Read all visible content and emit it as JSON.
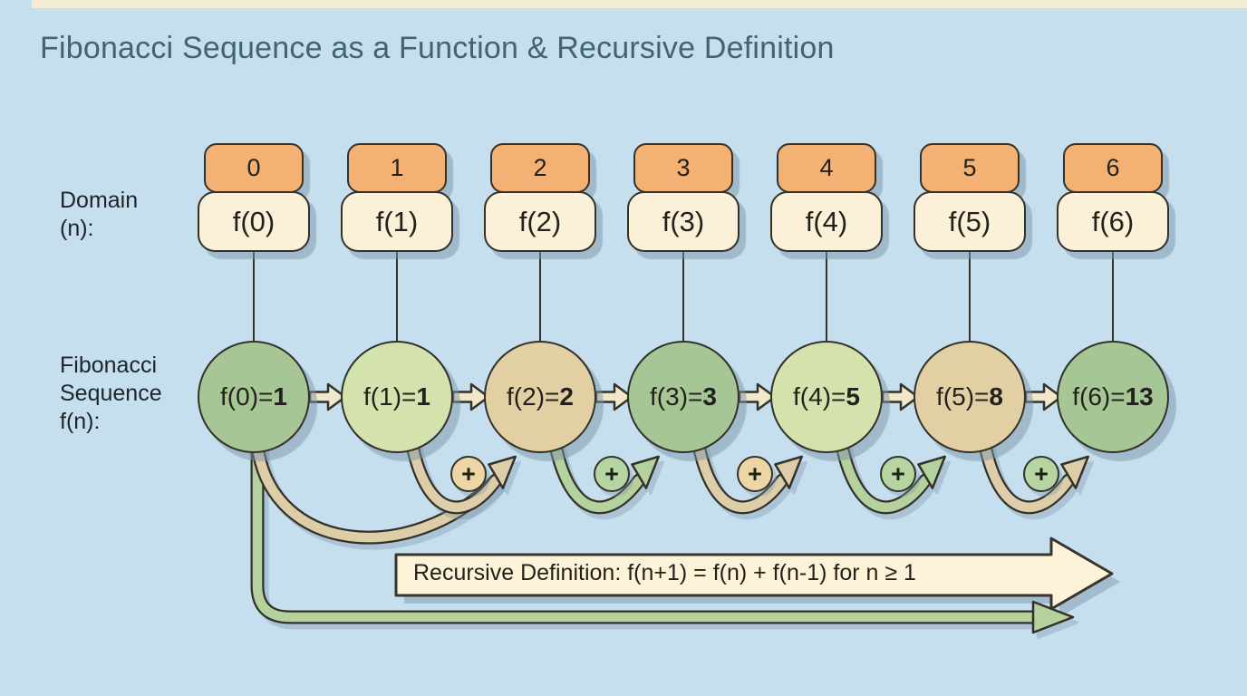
{
  "title": "Fibonacci Sequence as a Function & Recursive Definition",
  "side_labels": {
    "domain_line1": "Domain",
    "domain_line2": "(n):",
    "sequence_line1": "Fibonacci",
    "sequence_line2": "Sequence",
    "sequence_line3": "f(n):"
  },
  "columns": [
    {
      "n": "0",
      "fname": "f(0)",
      "eq_label": "f(0)=",
      "value": "1",
      "color": "green"
    },
    {
      "n": "1",
      "fname": "f(1)",
      "eq_label": "f(1)=",
      "value": "1",
      "color": "lightgreen"
    },
    {
      "n": "2",
      "fname": "f(2)",
      "eq_label": "f(2)=",
      "value": "2",
      "color": "tan"
    },
    {
      "n": "3",
      "fname": "f(3)",
      "eq_label": "f(3)=",
      "value": "3",
      "color": "green"
    },
    {
      "n": "4",
      "fname": "f(4)",
      "eq_label": "f(4)=",
      "value": "5",
      "color": "lightgreen"
    },
    {
      "n": "5",
      "fname": "f(5)",
      "eq_label": "f(5)=",
      "value": "8",
      "color": "tan"
    },
    {
      "n": "6",
      "fname": "f(6)",
      "eq_label": "f(6)=",
      "value": "13",
      "color": "green"
    }
  ],
  "operators": {
    "plus": "+",
    "plus_badges": [
      {
        "fill": "tan"
      },
      {
        "fill": "green"
      },
      {
        "fill": "tan"
      },
      {
        "fill": "green"
      },
      {
        "fill": "green"
      }
    ]
  },
  "recursive_definition": "Recursive Definition: f(n+1) = f(n) + f(n-1) for n ≥ 1",
  "colors": {
    "background": "#c5dfee",
    "outline": "#333129",
    "orange_box": "#f3b274",
    "cream_box": "#fbf1d8",
    "circle_green": "#a6c695",
    "circle_lightgreen": "#d4e3ae",
    "circle_tan": "#e3cfa4",
    "arc_tan": "#ddcda9",
    "arc_green": "#b4d19e",
    "badge_tan": "#edd5a6",
    "badge_green": "#b7d5a2",
    "block_arrow": "#f0e8ca",
    "big_arrow": "#fdf3d8",
    "title": "#436375",
    "text_dark": "#23211b"
  }
}
